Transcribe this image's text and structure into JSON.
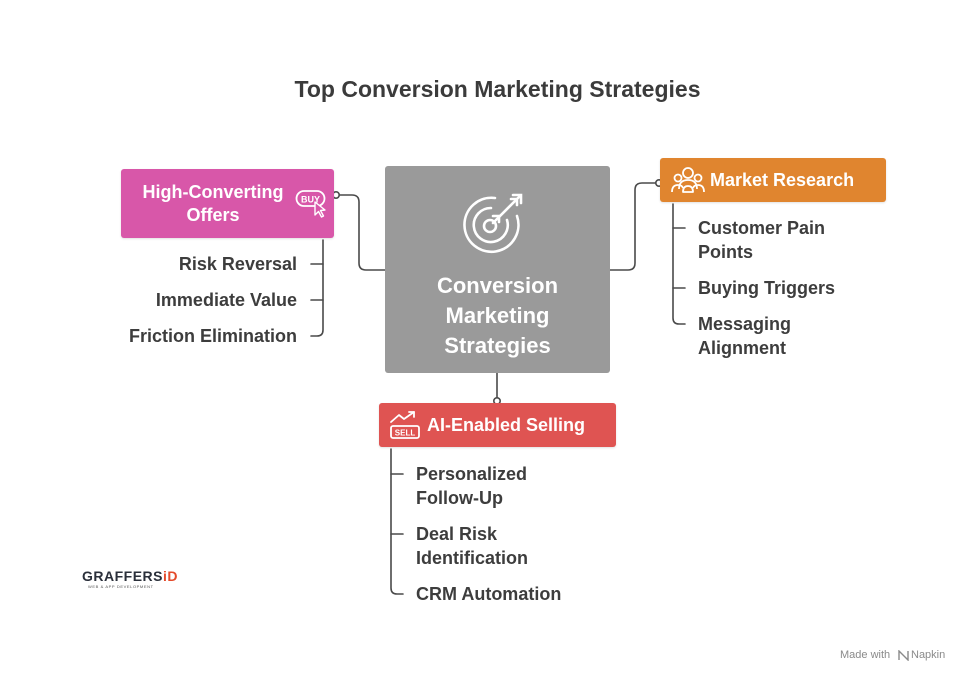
{
  "title": "Top Conversion Marketing Strategies",
  "center": {
    "line1": "Conversion",
    "line2": "Marketing",
    "line3": "Strategies",
    "icon": "target-arrow-icon",
    "color": "#9a9a9a"
  },
  "branches": {
    "offers": {
      "line1": "High-Converting",
      "line2": "Offers",
      "icon": "buy-cursor-icon",
      "color": "#d857a9",
      "items": [
        "Risk Reversal",
        "Immediate Value",
        "Friction Elimination"
      ]
    },
    "research": {
      "label": "Market Research",
      "icon": "people-group-icon",
      "color": "#e0852f",
      "items": [
        {
          "line1": "Customer Pain",
          "line2": "Points"
        },
        {
          "line1": "Buying Triggers",
          "line2": ""
        },
        {
          "line1": "Messaging",
          "line2": "Alignment"
        }
      ]
    },
    "ai": {
      "label": "AI-Enabled Selling",
      "icon": "sell-chart-icon",
      "color": "#df5452",
      "items": [
        {
          "line1": "Personalized",
          "line2": "Follow-Up"
        },
        {
          "line1": "Deal Risk",
          "line2": "Identification"
        },
        {
          "line1": "CRM Automation",
          "line2": ""
        }
      ]
    }
  },
  "brand": {
    "main": "GRAFFERS",
    "accent": "iD",
    "sub": "WEB & APP DEVELOPMENT"
  },
  "footer": {
    "made_with": "Made with",
    "napkin": "Napkin"
  }
}
